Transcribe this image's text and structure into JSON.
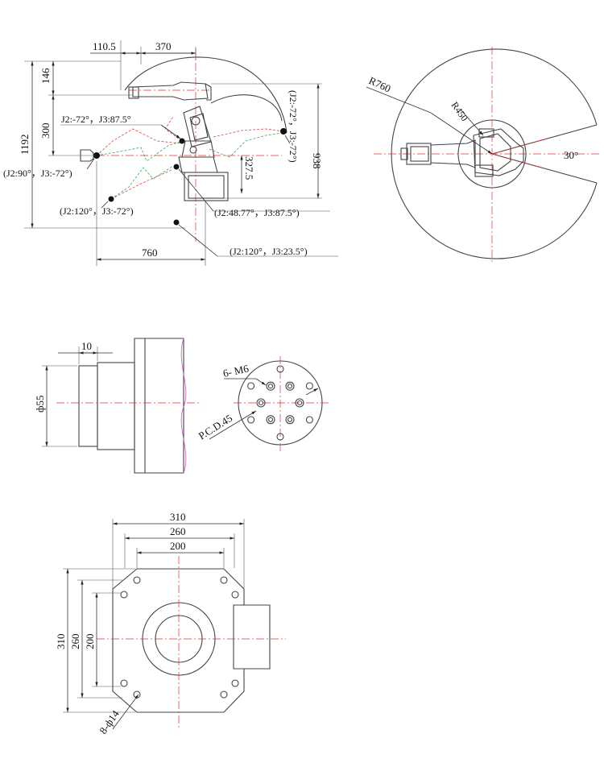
{
  "side_view": {
    "dims": {
      "d110": "110.5",
      "d370": "370",
      "d146": "146",
      "d300": "300",
      "d1192": "1192",
      "d938": "938",
      "d327": "327.5",
      "d760": "760"
    },
    "poses": {
      "p1": "J2:-72°，J3:87.5°",
      "p2": "(J2:90°，J3:-72°)",
      "p3": "(J2:120°，J3:-72°)",
      "p4": "(J2:48.77°，J3:87.5°)",
      "p5": "(J2:120°，J3:23.5°)",
      "p6": "(J2:-72°，J3:-72°)"
    }
  },
  "top_view": {
    "radius": "R760",
    "inner_radius": "R450",
    "angle": "30°"
  },
  "flange": {
    "thickness": "10",
    "diameter": "ф55",
    "thread": "6- M6",
    "pcd": "P.C.D.45"
  },
  "base": {
    "w310": "310",
    "w260": "260",
    "w200": "200",
    "h310": "310",
    "h260": "260",
    "h200": "200",
    "holes": "8-ф14"
  },
  "colors": {
    "centerline": "#e03030",
    "trajectory_green": "#3aa85a",
    "trajectory_red": "#e04040",
    "flange_edge": "#d050c8"
  }
}
